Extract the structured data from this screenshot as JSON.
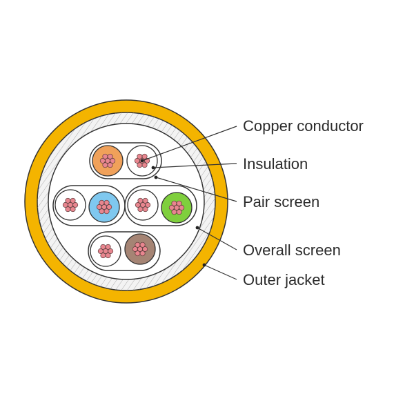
{
  "labels": {
    "copper_conductor": "Copper conductor",
    "insulation": "Insulation",
    "pair_screen": "Pair screen",
    "overall_screen": "Overall screen",
    "outer_jacket": "Outer jacket"
  },
  "colors": {
    "outer_jacket": "#f4b400",
    "screen_fill": "#f3f3f3",
    "conductor": "#e8868f",
    "orange": "#f0a15a",
    "blue": "#7fc8ef",
    "green": "#7fcf3d",
    "brown": "#a58474",
    "outline": "#333333"
  }
}
